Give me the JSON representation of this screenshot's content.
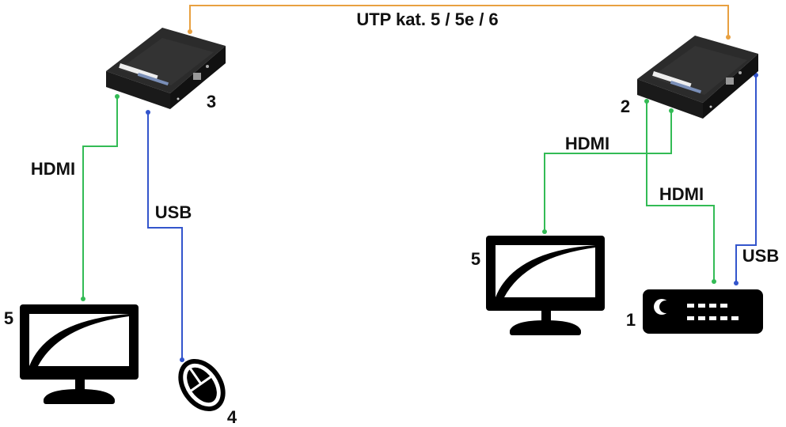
{
  "cable_label": "UTP kat. 5 / 5e / 6",
  "labels": {
    "hdmi_left": "HDMI",
    "usb_left": "USB",
    "hdmi_right_top": "HDMI",
    "hdmi_right_bottom": "HDMI",
    "usb_right": "USB"
  },
  "numbers": {
    "receiver": "3",
    "transmitter": "2",
    "monitor_left": "5",
    "mouse": "4",
    "monitor_right": "5",
    "source_device": "1"
  },
  "colors": {
    "utp": "#e8a040",
    "hdmi": "#33bb55",
    "usb": "#3355cc"
  },
  "icons": [
    "extender-box-icon",
    "monitor-icon",
    "mouse-icon",
    "dvr-device-icon"
  ]
}
